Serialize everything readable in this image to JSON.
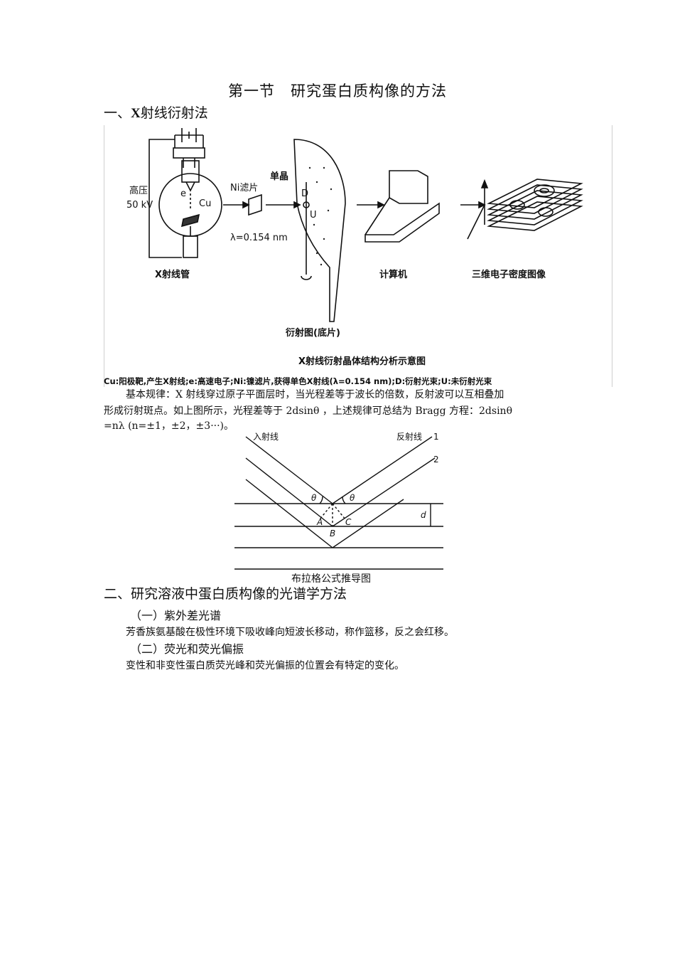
{
  "title": "第一节　研究蛋白质构像的方法",
  "section1": {
    "prefix": "一、",
    "x": "X",
    "rest": "射线衍射法"
  },
  "figure1": {
    "label_gaoya": "高压",
    "label_voltage": "50 kV",
    "label_e": "e",
    "label_cu": "Cu",
    "label_tube": "X射线管",
    "label_ni": "Ni滤片",
    "label_lambda": "λ=0.154 nm",
    "label_crystal": "单晶",
    "label_d": "D",
    "label_u": "U",
    "label_film": "衍射图(底片)",
    "label_computer": "计算机",
    "label_3d": "三维电子密度图像",
    "caption": "X射线衍射晶体结构分析示意图",
    "legend": "Cu:阳极靶,产生X射线;e:高速电子;Ni:镍滤片,获得单色X射线(λ=0.154 nm);D:衍射光束;U:未衍射光束"
  },
  "paragraph1": {
    "line1": "基本规律：X 射线穿过原子平面层时，当光程差等于波长的倍数，反射波可以互相叠加",
    "line2": "形成衍射斑点。如上图所示，光程差等于 2dsinθ ，上述规律可总结为 Bragg 方程：2dsinθ",
    "line3": "=nλ (n=±1，±2，±3···)。"
  },
  "figure2": {
    "label_incident": "入射线",
    "label_reflected": "反射线",
    "label_1": "1",
    "label_2": "2",
    "label_theta": "θ",
    "label_d": "d",
    "label_a": "A",
    "label_b": "B",
    "label_c": "C",
    "caption": "布拉格公式推导图"
  },
  "section2": {
    "heading": "二、研究溶液中蛋白质构像的光谱学方法"
  },
  "sub1": {
    "heading": "（一）紫外差光谱",
    "text": "芳香族氨基酸在极性环境下吸收峰向短波长移动，称作篮移，反之会红移。"
  },
  "sub2": {
    "heading": "（二）荧光和荧光偏振",
    "text": "变性和非变性蛋白质荧光峰和荧光偏振的位置会有特定的变化。"
  }
}
